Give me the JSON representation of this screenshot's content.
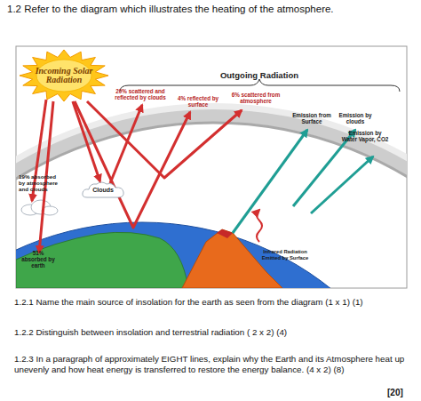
{
  "diagram": {
    "title": "1.2 Refer to the diagram which illustrates the heating of the atmosphere.",
    "nodes": [
      {
        "text": [
          "Incoming Solar Radiation"
        ]
      },
      {
        "text": [
          "Clouds"
        ]
      }
    ],
    "edges": [
      {
        "from": 0,
        "to": 1,
        "arrow": "to"
      }
    ],
    "labels": [
      "Outgoing Radiation",
      "20% scattered and reflected by clouds",
      "4% reflected by surface",
      "6% scattered from atmosphere",
      "Emission from Surface",
      "Emission by clouds",
      "Emission by Water Vapor, CO2",
      "19% absorbed by atmosphere and clouds",
      "51% absorbed by earth",
      "Infrared Radiation Emitted by Surface",
      "1.2.1 Name the main source of insolation for the earth as seen from the diagram (1 x 1) (1)",
      "1.2.2 Distinguish between insolation and terrestrial radiation ( 2 x 2) (4)",
      "1.2.3 In a paragraph of approximately EIGHT lines, explain why the Earth and its Atmosphere heat up unevenly and how heat energy is transferred to restore the energy balance. (4 x 2) (8)",
      "[20]"
    ]
  }
}
